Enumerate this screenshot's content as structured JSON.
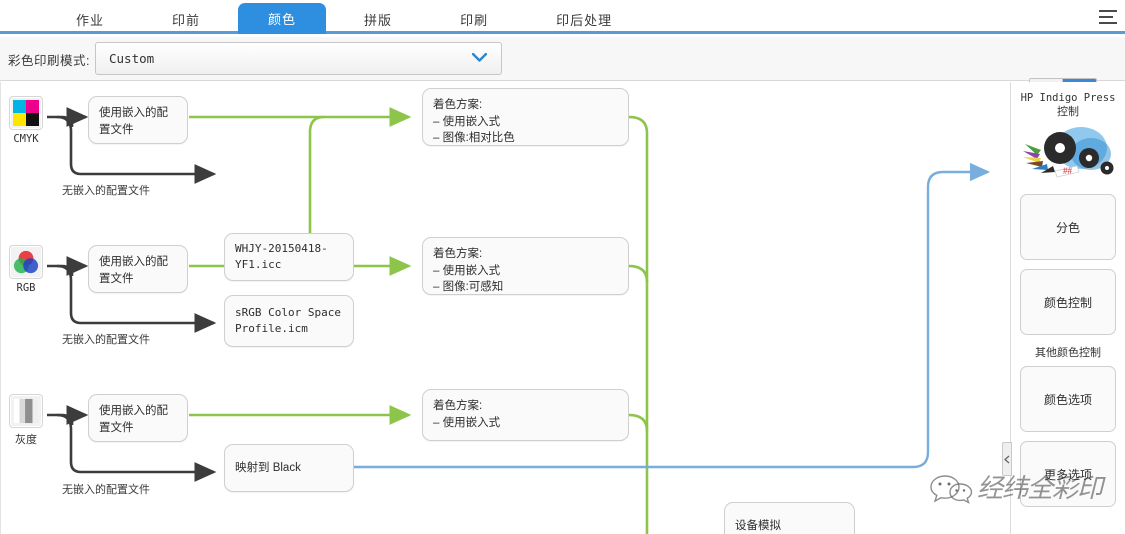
{
  "tabs": [
    {
      "label": "作业",
      "active": false
    },
    {
      "label": "印前",
      "active": false
    },
    {
      "label": "颜色",
      "active": true
    },
    {
      "label": "拼版",
      "active": false
    },
    {
      "label": "印刷",
      "active": false
    },
    {
      "label": "印后处理",
      "active": false
    }
  ],
  "menu_icon": "hamburger-menu-icon",
  "modebar": {
    "label": "彩色印刷模式:",
    "value": "Custom",
    "chevron": "chevron-down-icon",
    "view_list_icon": "list-view-icon",
    "view_diagram_icon": "diagram-view-icon"
  },
  "colors": {
    "accent_blue": "#2e8fe0",
    "tabbar_underline": "#5b9bd5",
    "wire_green": "#8dc44a",
    "wire_blue": "#77aedd",
    "wire_dark": "#3c3c3c",
    "node_border": "#cfcfcf",
    "node_fill": "#fafafa",
    "cyan": "#00b5e5",
    "magenta": "#ec008c",
    "yellow": "#ffe600",
    "black": "#111111"
  },
  "flow": {
    "rows": [
      {
        "id": "cmyk",
        "icon": "cmyk-swatch-icon",
        "source_label": "CMYK",
        "embedded_node": "使用嵌入的配置文件",
        "branch_caption": "无嵌入的配置文件",
        "profile_node": "WHJY-20150418-YF1.icc",
        "intent_title": "着色方案:",
        "intent_items": [
          "– 使用嵌入式",
          "– 图像:相对比色"
        ]
      },
      {
        "id": "rgb",
        "icon": "rgb-circles-icon",
        "source_label": "RGB",
        "embedded_node": "使用嵌入的配置文件",
        "branch_caption": "无嵌入的配置文件",
        "profile_node": "sRGB Color Space Profile.icm",
        "intent_title": "着色方案:",
        "intent_items": [
          "– 使用嵌入式",
          "– 图像:可感知"
        ]
      },
      {
        "id": "gray",
        "icon": "grayscale-bar-icon",
        "source_label": "灰度",
        "embedded_node": "使用嵌入的配置文件",
        "branch_caption": "无嵌入的配置文件",
        "profile_node": "映射到 Black",
        "intent_title": "着色方案:",
        "intent_items": [
          "– 使用嵌入式"
        ]
      }
    ],
    "device_sim_node": "设备模拟"
  },
  "sidebar": {
    "title_line1": "HP Indigo Press",
    "title_line2": "控制",
    "press_icon": "printing-press-icon",
    "buttons": [
      {
        "label": "分色"
      },
      {
        "label": "颜色控制"
      }
    ],
    "section_label": "其他颜色控制",
    "buttons2": [
      {
        "label": "颜色选项"
      },
      {
        "label": "更多选项"
      }
    ],
    "collapse_icon": "collapse-left-icon"
  },
  "watermark": {
    "text": "经纬全彩印",
    "logo": "wechat-logo-icon"
  }
}
